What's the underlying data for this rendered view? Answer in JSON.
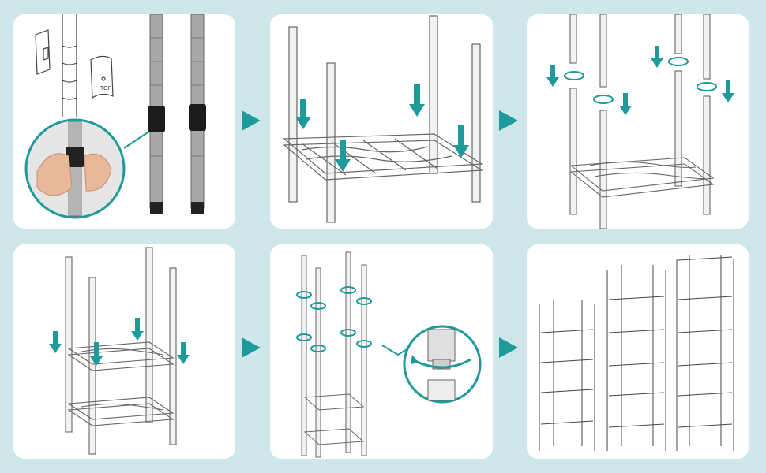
{
  "colors": {
    "background": "#cfe7ea",
    "panel": "#ffffff",
    "accent": "#1e9a9a",
    "metal": "#9a9a9a",
    "outline": "#555555"
  },
  "panels": [
    {
      "step": 1,
      "subject": "pole-connector-clip"
    },
    {
      "step": 2,
      "subject": "insert-first-shelf"
    },
    {
      "step": 3,
      "subject": "extend-poles"
    },
    {
      "step": 4,
      "subject": "add-second-shelf"
    },
    {
      "step": 5,
      "subject": "screw-pole-sections"
    },
    {
      "step": 6,
      "subject": "finished-shelf-variants"
    }
  ],
  "connector_sleeve": {
    "top_label": "TOP"
  }
}
